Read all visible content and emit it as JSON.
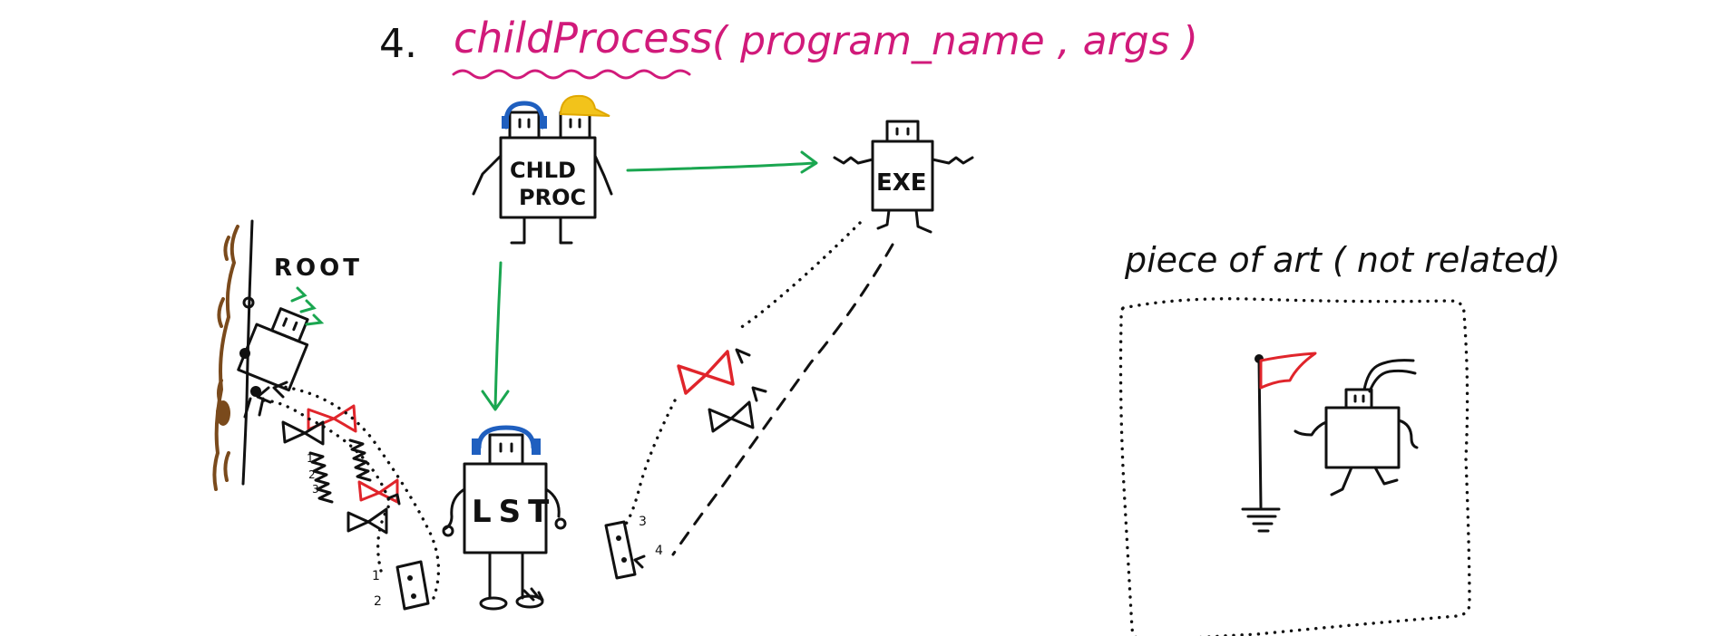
{
  "title": {
    "number": "4.",
    "function_name": "childProcess",
    "params": "( program_name ,   args )",
    "color": "#d11a7a"
  },
  "labels": {
    "root": "ROOT",
    "child_proc_line1": "CHLD",
    "child_proc_line2": "PROC",
    "exe": "EXE",
    "lst": "LST",
    "art_caption": "piece of art ( not related)",
    "device_left_1": "1",
    "device_left_2": "2",
    "device_right_3": "3",
    "device_right_4": "4",
    "spring_1": "1",
    "spring_2": "2",
    "spring_3": "3"
  },
  "colors": {
    "ink": "#111111",
    "arrow_green": "#1aa650",
    "headphones_blue": "#1f5fbf",
    "cap_yellow": "#f2c31b",
    "bowtie_red": "#e0252b",
    "flag_red": "#e0252b",
    "tree_brown": "#7a4a1c",
    "steam_green": "#1aa650"
  },
  "icons": {
    "child_proc": "two-headed-robot-icon",
    "exe": "robot-icon",
    "lst": "robot-with-headphones-icon",
    "root": "robot-on-tree-icon",
    "art": "robot-with-flag-icon"
  }
}
